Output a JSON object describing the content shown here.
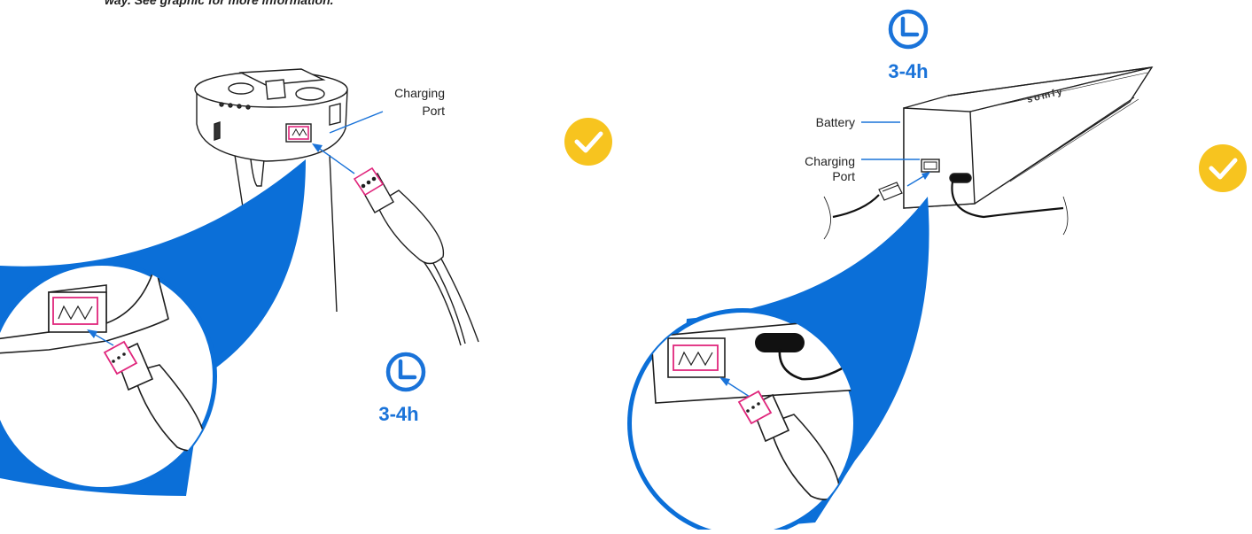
{
  "caption": "way. See graphic for more information.",
  "left_diagram": {
    "port_label_line1": "Charging",
    "port_label_line2": "Port",
    "charge_time": "3-4h",
    "clock_icon": "clock-icon",
    "status_icon": "check-circle-icon"
  },
  "right_diagram": {
    "battery_label": "Battery",
    "port_label_line1": "Charging",
    "port_label_line2": "Port",
    "charge_time": "3-4h",
    "brand_text": "somfy",
    "clock_icon": "clock-icon",
    "status_icon": "check-circle-icon"
  },
  "colors": {
    "zoom_blue": "#0b6fd8",
    "clock_blue": "#1a73d9",
    "check_yellow": "#f7c41f",
    "connector_pink": "#e0267c",
    "line": "#1f1f1f"
  }
}
